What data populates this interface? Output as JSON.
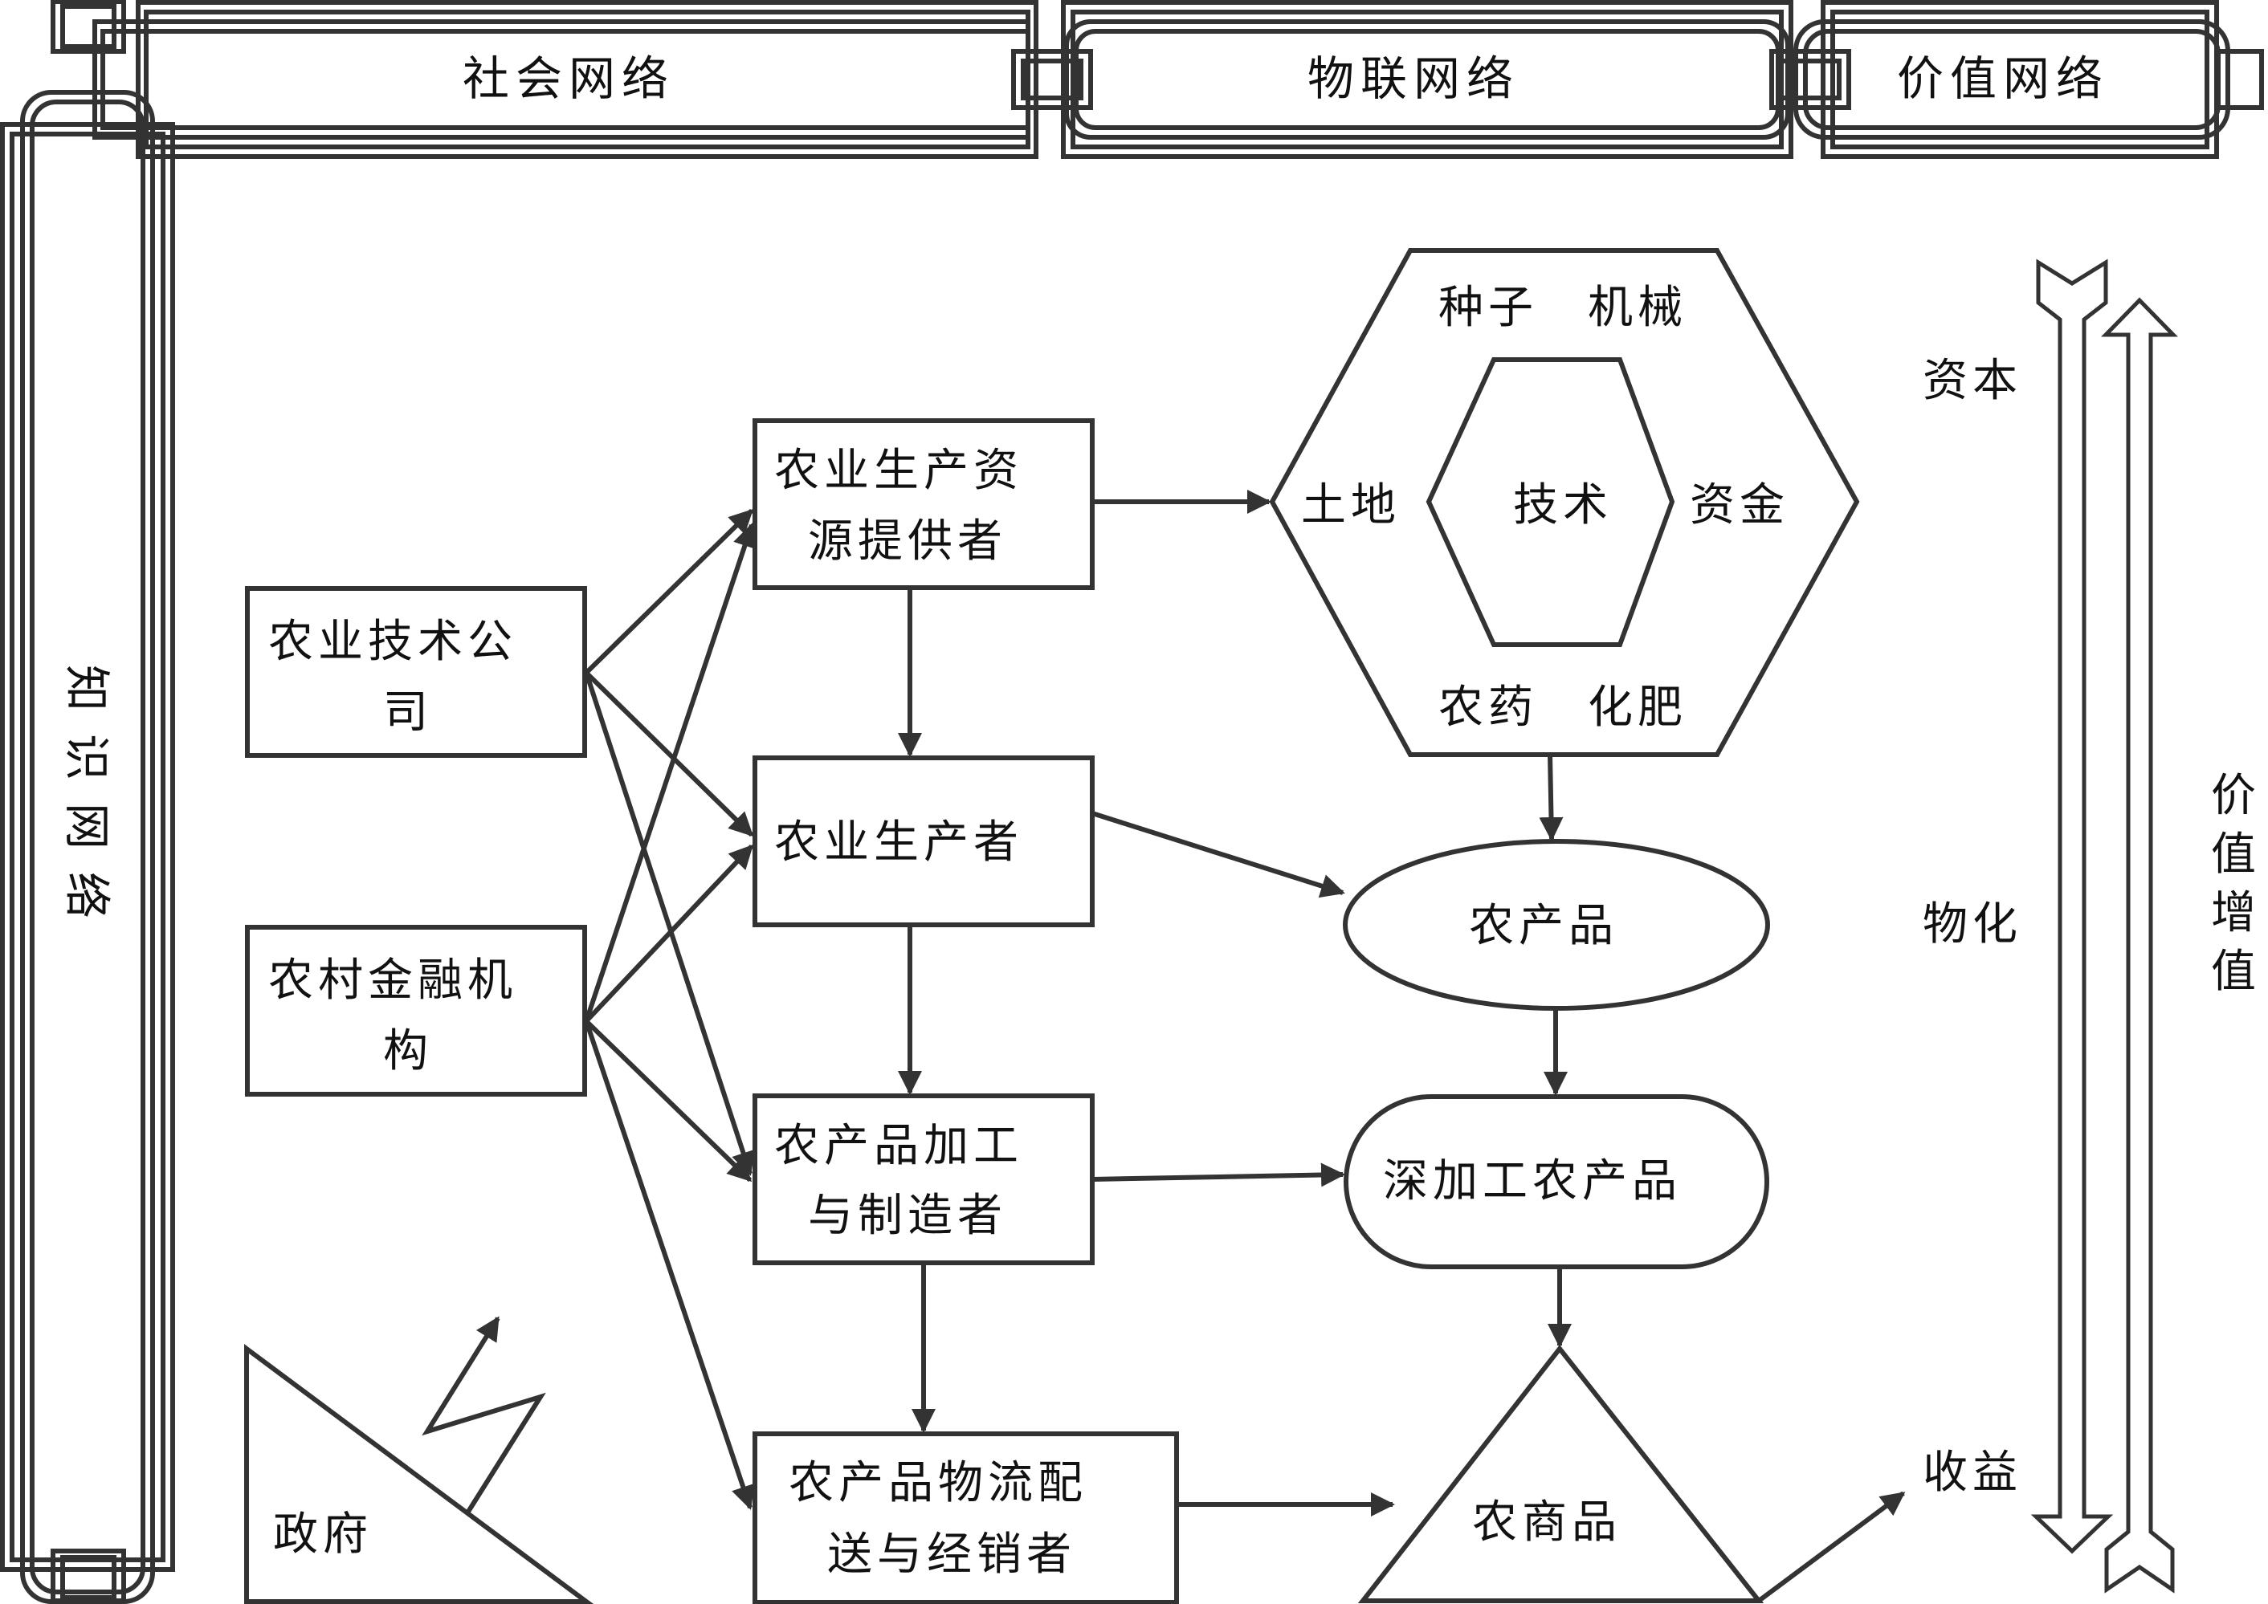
{
  "networks": {
    "social": "社会网络",
    "iot": "物联网络",
    "value": "价值网络",
    "knowledge": "知识网络"
  },
  "actors": {
    "agri_tech_company": [
      "农业技术公",
      "司"
    ],
    "rural_finance": [
      "农村金融机",
      "构"
    ],
    "resource_provider": [
      "农业生产资",
      "源提供者"
    ],
    "producer": [
      "农业生产者"
    ],
    "processor": [
      "农产品加工",
      "与制造者"
    ],
    "logistics": [
      "农产品物流配",
      "送与经销者"
    ],
    "government": "政府"
  },
  "resources": {
    "top": "种子　机械",
    "left": "土地",
    "center": "技术",
    "right": "资金",
    "bottom": "农药　化肥"
  },
  "products": {
    "farm_product": "农产品",
    "processed_product": "深加工农产品",
    "commodity": "农商品"
  },
  "value_flow": {
    "capital": "资本",
    "materialization": "物化",
    "revenue": "收益",
    "value_added": [
      "价",
      "值",
      "增",
      "值"
    ]
  },
  "colors": {
    "line": "#333333",
    "text": "#111111",
    "background": "#ffffff"
  }
}
